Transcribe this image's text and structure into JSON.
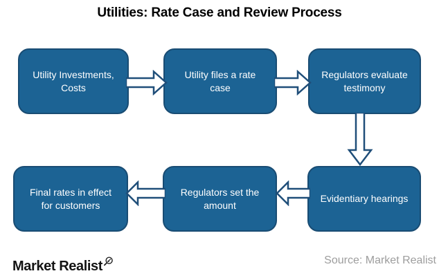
{
  "title": "Utilities: Rate Case and Review Process",
  "colors": {
    "box_fill": "#1C6394",
    "box_border": "#194C73",
    "box_text": "#FFFFFF",
    "arrow_fill": "#FFFFFF",
    "arrow_outline": "#1F4E79",
    "title_text": "#000000",
    "source_text": "#9D9D9D"
  },
  "flow": {
    "boxes": [
      {
        "id": "utility-investments-costs",
        "label": "Utility Investments, Costs",
        "lines": [
          "Utility Investments,",
          "Costs"
        ]
      },
      {
        "id": "utility-files-rate-case",
        "label": "Utility files a rate case",
        "lines": [
          "Utility files a rate",
          "case"
        ]
      },
      {
        "id": "regulators-evaluate-testimony",
        "label": "Regulators evaluate testimony",
        "lines": [
          "Regulators evaluate",
          "testimony"
        ]
      },
      {
        "id": "evidentiary-hearings",
        "label": "Evidentiary hearings",
        "lines": [
          "Evidentiary hearings"
        ]
      },
      {
        "id": "regulators-set-amount",
        "label": "Regulators set the amount",
        "lines": [
          "Regulators set the",
          "amount"
        ]
      },
      {
        "id": "final-rates-in-effect",
        "label": "Final rates in effect for customers",
        "lines": [
          "Final rates in effect",
          "for customers"
        ]
      }
    ],
    "connections": [
      {
        "from": "utility-investments-costs",
        "to": "utility-files-rate-case",
        "direction": "right"
      },
      {
        "from": "utility-files-rate-case",
        "to": "regulators-evaluate-testimony",
        "direction": "right"
      },
      {
        "from": "regulators-evaluate-testimony",
        "to": "evidentiary-hearings",
        "direction": "down"
      },
      {
        "from": "evidentiary-hearings",
        "to": "regulators-set-amount",
        "direction": "left"
      },
      {
        "from": "regulators-set-amount",
        "to": "final-rates-in-effect",
        "direction": "left"
      }
    ]
  },
  "footer": {
    "logo_text": "Market Realist",
    "logo_icon": "magnifier-arrow-icon",
    "source_label": "Source: Market Realist"
  }
}
